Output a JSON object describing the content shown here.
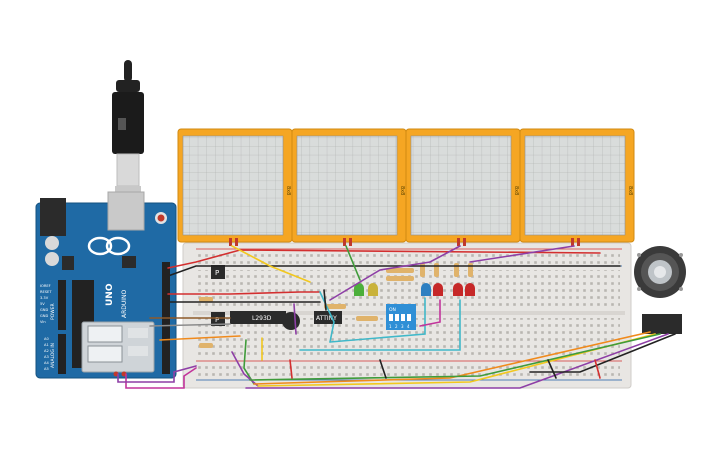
{
  "arduino": {
    "brand": "ARDUINO",
    "model": "UNO",
    "power_header_label": "POWER",
    "analog_header_label": "ANALOG IN",
    "power_pins": [
      "IOREF",
      "RESET",
      "3.3V",
      "5V",
      "GND",
      "GND",
      "Vin"
    ],
    "analog_pins": [
      "A0",
      "A1",
      "A2",
      "A3",
      "A4",
      "A5"
    ]
  },
  "components": {
    "motor_driver_label": "L293D",
    "mcu_label": "ATTINY",
    "transistor_label": "P",
    "dip_switch_label": "ON",
    "dip_switch_numbers": [
      "1",
      "2",
      "3",
      "4"
    ]
  },
  "matrix_displays": {
    "count": 4,
    "side_labels": [
      "8x8",
      "8x8",
      "8x8",
      "8x8"
    ]
  },
  "leds": {
    "colors": {
      "green": "#4caf3a",
      "yellow": "#c9b23a",
      "blue": "#2d7fc1",
      "red": "#c62828"
    }
  },
  "palette": {
    "arduino_blue": "#1f6aa5",
    "matrix_orange": "#f5a623",
    "breadboard": "#e8e6e3",
    "wire_red": "#d32f2f",
    "wire_black": "#222222",
    "wire_yellow": "#f2c81e",
    "wire_purple": "#8e3fa6",
    "wire_green": "#3f9b3a",
    "wire_orange": "#f08a1c",
    "wire_cyan": "#40b8c9",
    "wire_magenta": "#c2349b",
    "wire_gray": "#8c8c8c",
    "wire_brown": "#8d5a2b"
  }
}
